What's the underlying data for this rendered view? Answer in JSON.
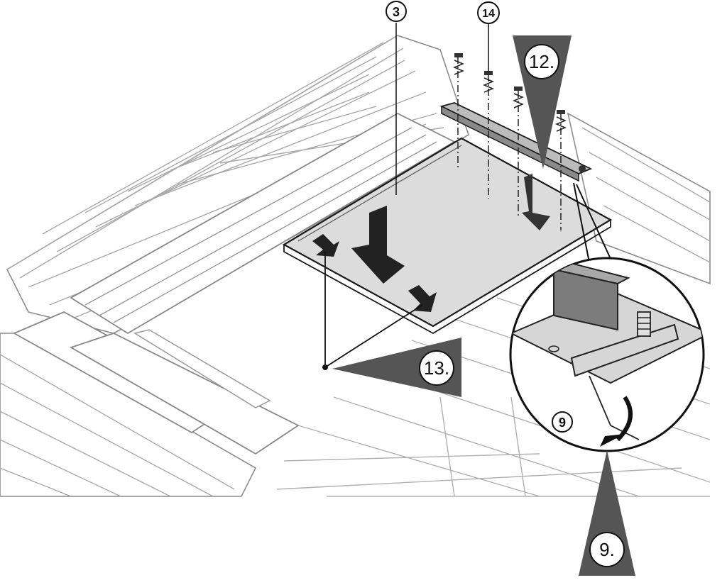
{
  "diagram": {
    "callouts": [
      {
        "id": "part-3",
        "text": "3"
      },
      {
        "id": "part-14",
        "text": "14"
      },
      {
        "id": "part-9",
        "text": "9"
      }
    ],
    "steps": [
      {
        "id": "step-12",
        "text": "12."
      },
      {
        "id": "step-13",
        "text": "13."
      },
      {
        "id": "step-9",
        "text": "9."
      }
    ]
  }
}
